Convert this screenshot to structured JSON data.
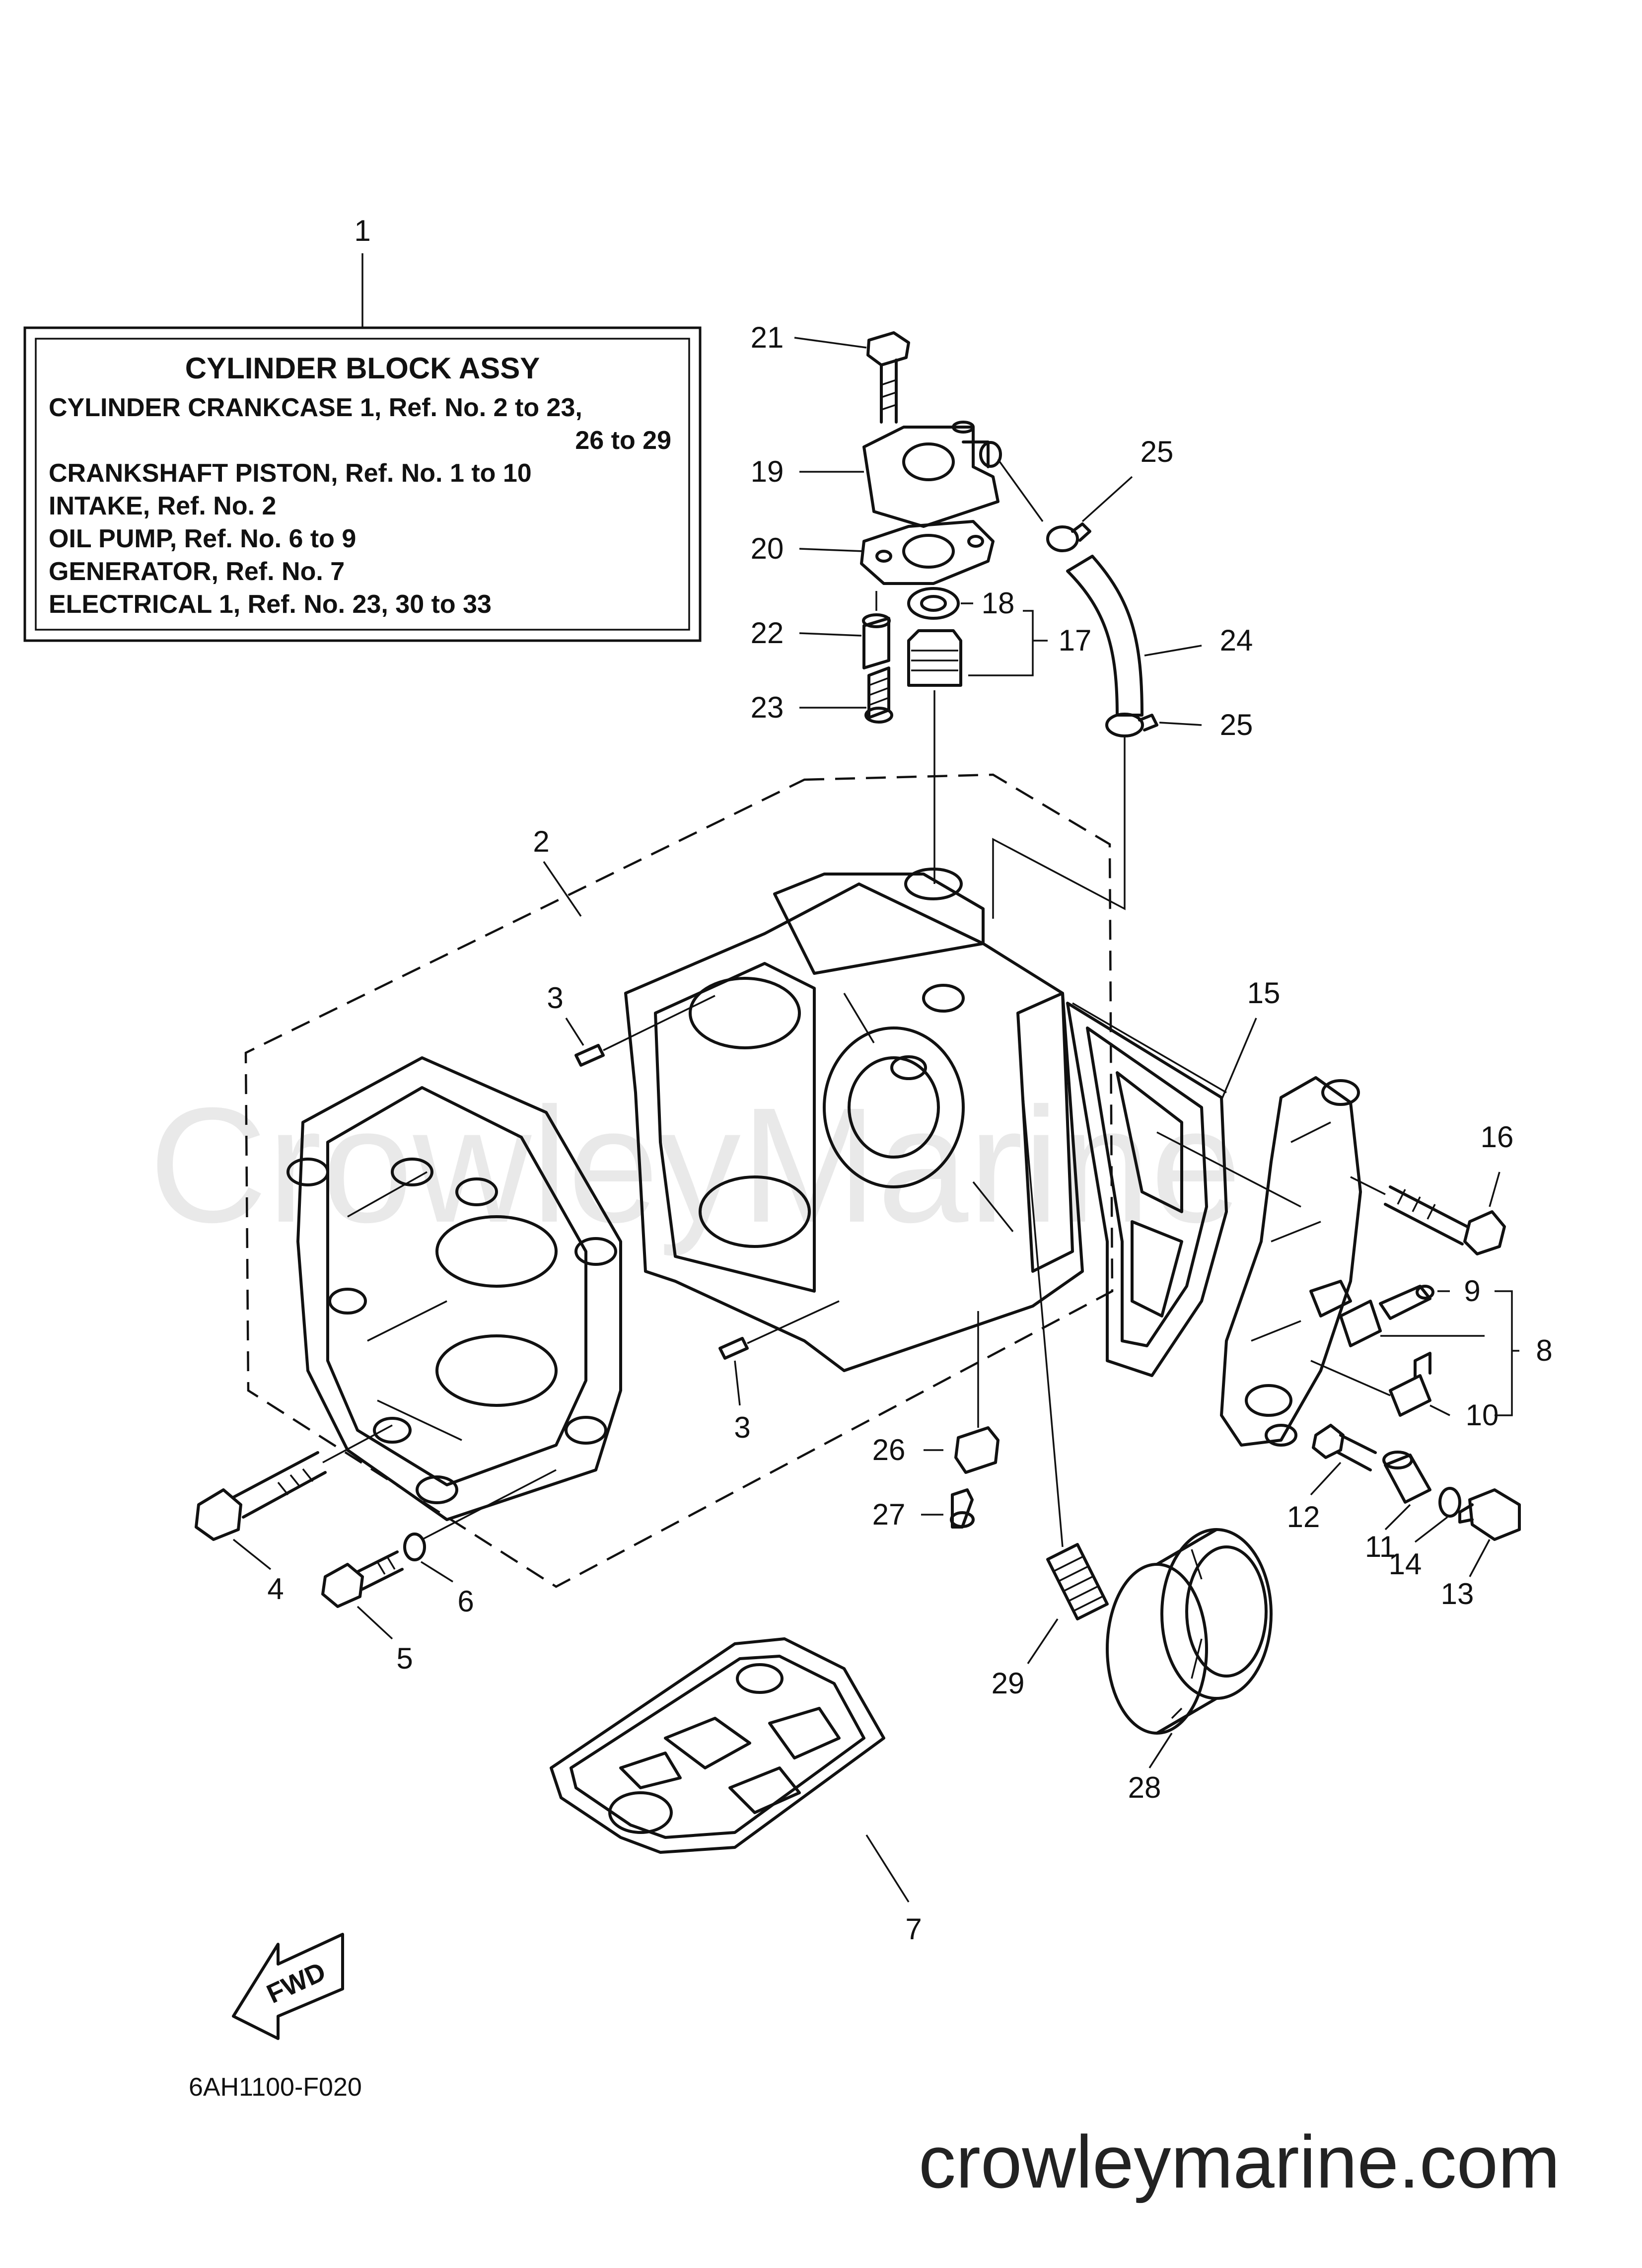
{
  "watermark": "CrowleyMarine",
  "site": "crowleymarine.com",
  "figure_code": "6AH1100-F020",
  "fwd_label": "FWD",
  "legend": {
    "title": "CYLINDER  BLOCK  ASSY",
    "lines": [
      "CYLINDER  CRANKCASE  1,   Ref.  No.  2  to  23,",
      "26  to  29",
      "CRANKSHAFT  PISTON,   Ref.  No.  1  to  10",
      "INTAKE,   Ref.  No.  2",
      "OIL  PUMP,   Ref.  No.  6  to  9",
      "GENERATOR,   Ref.  No.  7",
      "ELECTRICAL  1,   Ref.  No.  23,  30  to  33"
    ]
  },
  "callouts": {
    "c1": "1",
    "c2": "2",
    "c3a": "3",
    "c3b": "3",
    "c4": "4",
    "c5": "5",
    "c6": "6",
    "c7": "7",
    "c8": "8",
    "c9": "9",
    "c10": "10",
    "c11": "11",
    "c12": "12",
    "c13": "13",
    "c14": "14",
    "c15": "15",
    "c16": "16",
    "c17": "17",
    "c18": "18",
    "c19": "19",
    "c20": "20",
    "c21": "21",
    "c22": "22",
    "c23": "23",
    "c24": "24",
    "c25a": "25",
    "c25b": "25",
    "c26": "26",
    "c27": "27",
    "c28": "28",
    "c29": "29"
  },
  "colors": {
    "ink": "#111111",
    "watermark": "#e9e9e9"
  }
}
